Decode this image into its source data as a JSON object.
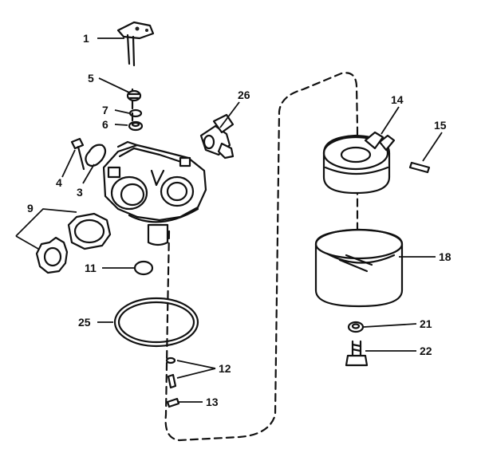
{
  "callouts": {
    "c1": "1",
    "c5": "5",
    "c7": "7",
    "c6": "6",
    "c26": "26",
    "c4": "4",
    "c3": "3",
    "c9": "9",
    "c11": "11",
    "c25": "25",
    "c12": "12",
    "c13": "13",
    "c14": "14",
    "c15": "15",
    "c18": "18",
    "c21": "21",
    "c22": "22"
  }
}
